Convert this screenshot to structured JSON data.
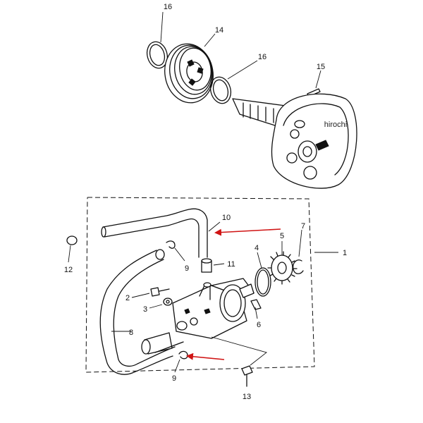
{
  "watermark": "hirochi",
  "colors": {
    "ink": "#111111",
    "arrow": "#d01414",
    "background": "#ffffff"
  },
  "labels": {
    "p1": "1",
    "p2": "2",
    "p3": "3",
    "p4": "4",
    "p5": "5",
    "p6": "6",
    "p7": "7",
    "p8": "8",
    "p9a": "9",
    "p9b": "9",
    "p10": "10",
    "p11": "11",
    "p12": "12",
    "p13": "13",
    "p14": "14",
    "p15": "15",
    "p16a": "16",
    "p16b": "16"
  }
}
